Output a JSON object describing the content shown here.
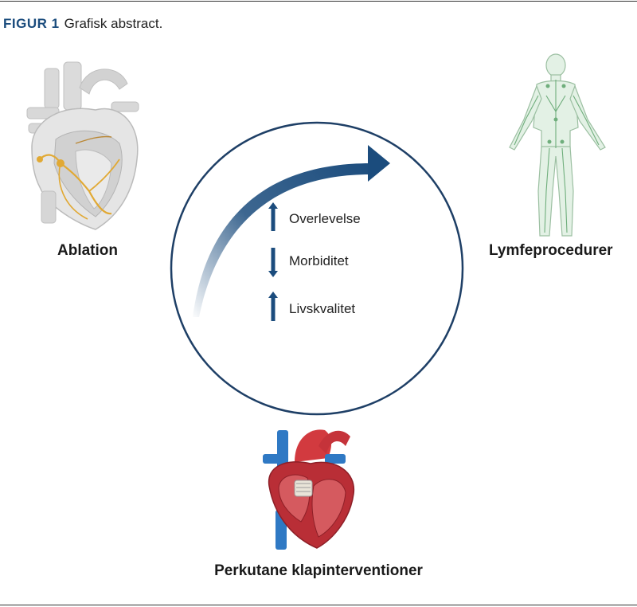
{
  "caption": {
    "label": "FIGUR 1",
    "text": "Grafisk abstract."
  },
  "procedures": [
    {
      "name": "Ablation",
      "icon": "heart-conduction-icon"
    },
    {
      "name": "Lymfeprocedurer",
      "icon": "human-lymphatic-icon"
    },
    {
      "name": "Perkutane klapinterventioner",
      "icon": "heart-valve-icon"
    }
  ],
  "outcomes": [
    {
      "label": "Overlevelse",
      "direction": "up"
    },
    {
      "label": "Morbiditet",
      "direction": "down"
    },
    {
      "label": "Livskvalitet",
      "direction": "up"
    }
  ],
  "colors": {
    "accent": "#1b4c7d",
    "circle": "#1e3f66",
    "artery": "#d23a3f",
    "vein": "#2f79c4",
    "conduction": "#e0a52a",
    "lymph": "#8fc89b"
  }
}
